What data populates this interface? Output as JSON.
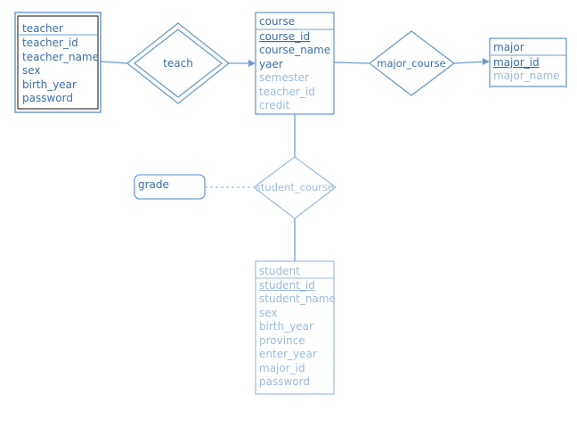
{
  "entities": {
    "teacher": {
      "header": "teacher",
      "attributes": [
        "teacher_id",
        "teacher_name",
        "sex",
        "birth_year",
        "password"
      ]
    },
    "course": {
      "header": "course",
      "attributes": [
        "course_id",
        "course_name",
        "yaer",
        "semester",
        "teacher_id",
        "credit"
      ]
    },
    "major": {
      "header": "major",
      "attributes": [
        "major_id",
        "major_name"
      ]
    },
    "student": {
      "header": "student",
      "attributes": [
        "student_id",
        "student_name",
        "sex",
        "birth_year",
        "province",
        "enter_year",
        "major_id",
        "password"
      ]
    }
  },
  "relationships": {
    "teach": "teach",
    "major_course": "major_course",
    "student_course": "student_course"
  },
  "attribute_box": {
    "grade": "grade"
  },
  "colors": {
    "line": "#6f9ccd",
    "text_dark": "#3c6ea6",
    "text_light": "#9dbbdc",
    "border_dark": "#3a3a3a"
  }
}
